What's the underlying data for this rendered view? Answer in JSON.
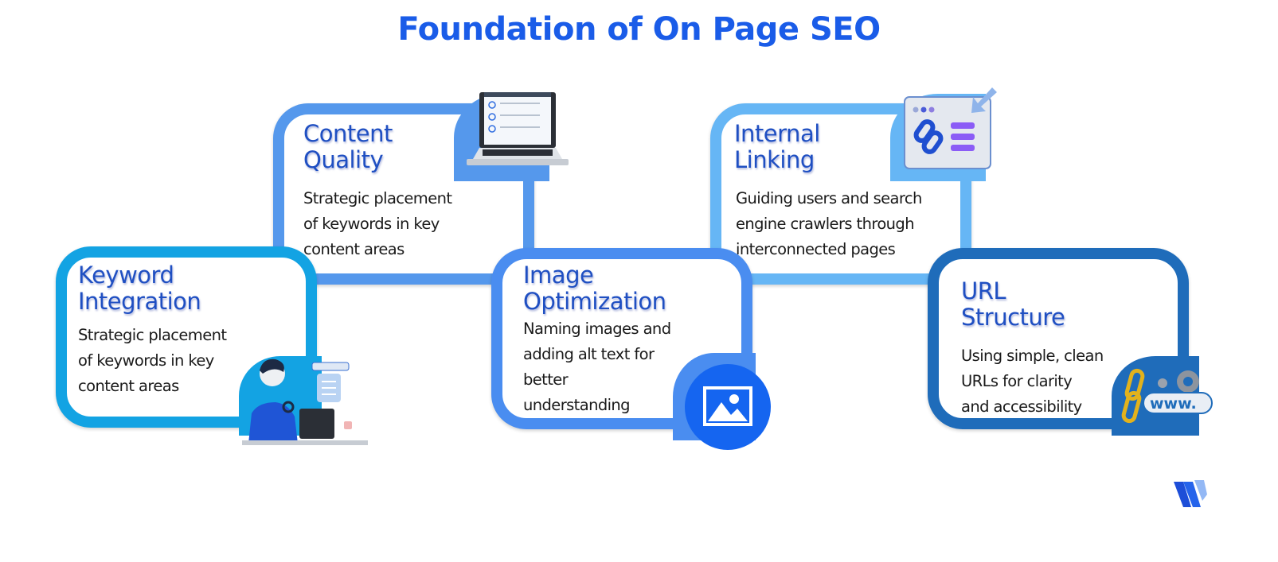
{
  "title": "Foundation of On Page SEO",
  "colors": {
    "title": "#1a5ce8",
    "heading": "#1f4fc2",
    "keyword": "#13a3e3",
    "content": "#5598ec",
    "image": "#4a8df0",
    "internal": "#66b6f5",
    "url": "#1f6cba"
  },
  "cards": [
    {
      "heading_1": "Keyword",
      "heading_2": "Integration",
      "body": [
        "Strategic placement",
        "of keywords in key",
        "content areas"
      ],
      "icon": "person-laptop-search-icon"
    },
    {
      "heading_1": "Content",
      "heading_2": "Quality",
      "body": [
        "Strategic placement",
        "of keywords in key",
        "content areas"
      ],
      "icon": "laptop-checklist-icon"
    },
    {
      "heading_1": "Image",
      "heading_2": "Optimization",
      "body": [
        "Naming images and",
        "adding alt text for",
        "better",
        "understanding"
      ],
      "icon": "image-icon"
    },
    {
      "heading_1": "Internal",
      "heading_2": "Linking",
      "body": [
        "Guiding users and search",
        "engine crawlers through",
        "interconnected pages"
      ],
      "icon": "link-page-icon"
    },
    {
      "heading_1": "URL",
      "heading_2": "Structure",
      "body": [
        "Using simple, clean",
        "URLs for clarity",
        "and accessibility"
      ],
      "icon": "www-chain-icon"
    }
  ],
  "logo": "brand-logo"
}
